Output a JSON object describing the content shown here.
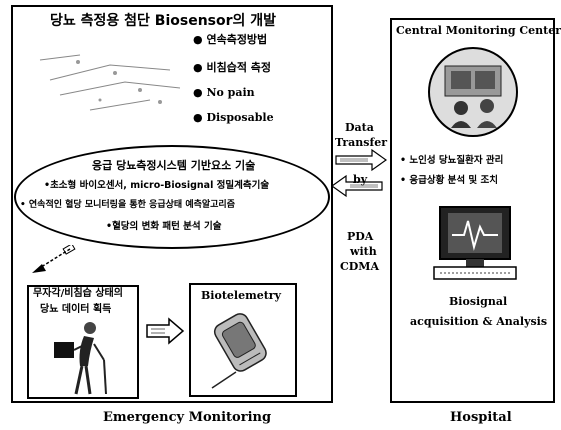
{
  "left_panel": {
    "title": "당뇨 측정용  첨단 Biosensor의 개발",
    "features": [
      "연속측정방법",
      "비침습적 측정",
      "No pain",
      "Disposable"
    ],
    "ellipse": {
      "title": "응급 당뇨측정시스템 기반요소 기술",
      "items": [
        "•초소형 바이오센서,  micro-Biosignal 정밀계측기술",
        "• 연속적인 혈당 모니터링을 통한 응급상태 예측알고리즘",
        "•혈당의 변화 패턴 분석 기술"
      ]
    },
    "data_box": {
      "line1": "무자각/비침습 상태의",
      "line2": "당뇨 데이터 획득"
    },
    "telemetry_box": {
      "title": "Biotelemetry"
    },
    "footer": "Emergency Monitoring"
  },
  "middle": {
    "top_label_1": "Data",
    "top_label_2": "Transfer",
    "by": "by",
    "bottom_lines": [
      "PDA",
      "with",
      "CDMA"
    ]
  },
  "right_panel": {
    "title": "Central Monitoring Center",
    "items": [
      "• 노인성 당뇨질환자 관리",
      "• 응급상황 분석 및 조치"
    ],
    "analysis_line1": "Biosignal",
    "analysis_line2": "acquisition & Analysis",
    "footer": "Hospital"
  }
}
